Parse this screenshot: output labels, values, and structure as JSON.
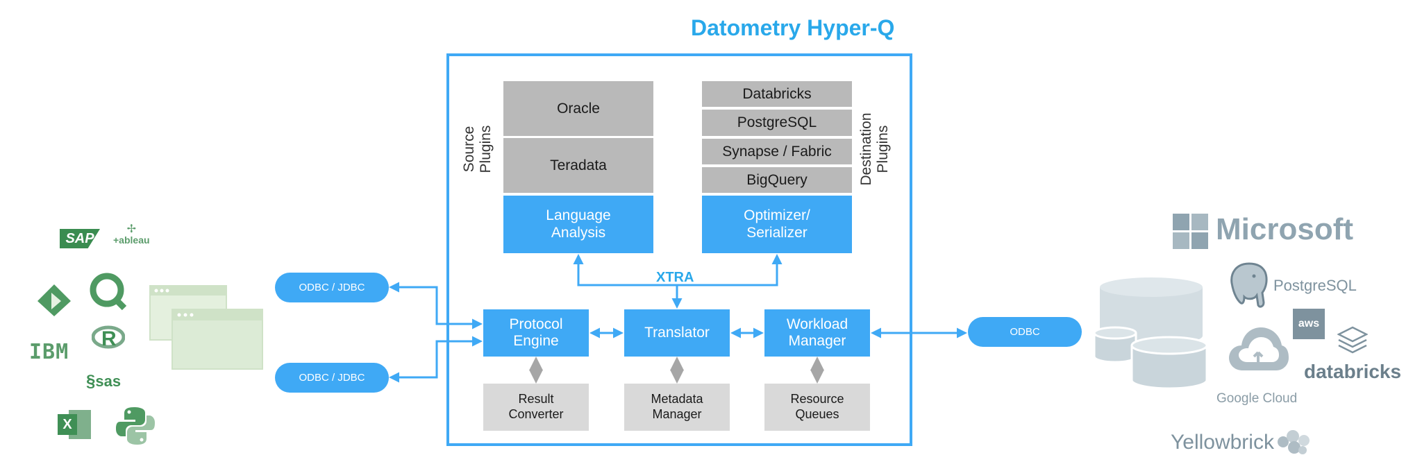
{
  "title": "Datometry Hyper-Q",
  "source_plugins": {
    "label_line1": "Source",
    "label_line2": "Plugins",
    "items": [
      "Oracle",
      "Teradata"
    ]
  },
  "destination_plugins": {
    "label_line1": "Destination",
    "label_line2": "Plugins",
    "items": [
      "Databricks",
      "PostgreSQL",
      "Synapse / Fabric",
      "BigQuery"
    ]
  },
  "language_analysis": {
    "line1": "Language",
    "line2": "Analysis"
  },
  "optimizer": {
    "line1": "Optimizer/",
    "line2": "Serializer"
  },
  "xtra": "XTRA",
  "protocol_engine": {
    "line1": "Protocol",
    "line2": "Engine"
  },
  "translator": "Translator",
  "workload_manager": {
    "line1": "Workload",
    "line2": "Manager"
  },
  "result_converter": {
    "line1": "Result",
    "line2": "Converter"
  },
  "metadata_manager": {
    "line1": "Metadata",
    "line2": "Manager"
  },
  "resource_queues": {
    "line1": "Resource",
    "line2": "Queues"
  },
  "connectors": {
    "left_top": "ODBC / JDBC",
    "left_bottom": "ODBC / JDBC",
    "right": "ODBC"
  },
  "client_logos": {
    "sap": "SAP",
    "tableau": "+ableau",
    "ibm": "IBM",
    "sas": "sas",
    "r": "R",
    "excel": "X"
  },
  "cloud_logos": {
    "microsoft": "Microsoft",
    "postgresql": "PostgreSQL",
    "aws": "aws",
    "google_cloud": "Google Cloud",
    "databricks": "databricks",
    "yellowbrick": "Yellowbrick"
  },
  "colors": {
    "accent_blue": "#3fa9f5",
    "title_blue": "#29a8ea",
    "plugin_gray": "#b9b9b9",
    "module_gray": "#d9d9d9",
    "connector_gray": "#a6a6a6",
    "client_green": "#3f8f55",
    "window_green": "#dcebd6",
    "cylinder_gray": "#d3dde2"
  }
}
